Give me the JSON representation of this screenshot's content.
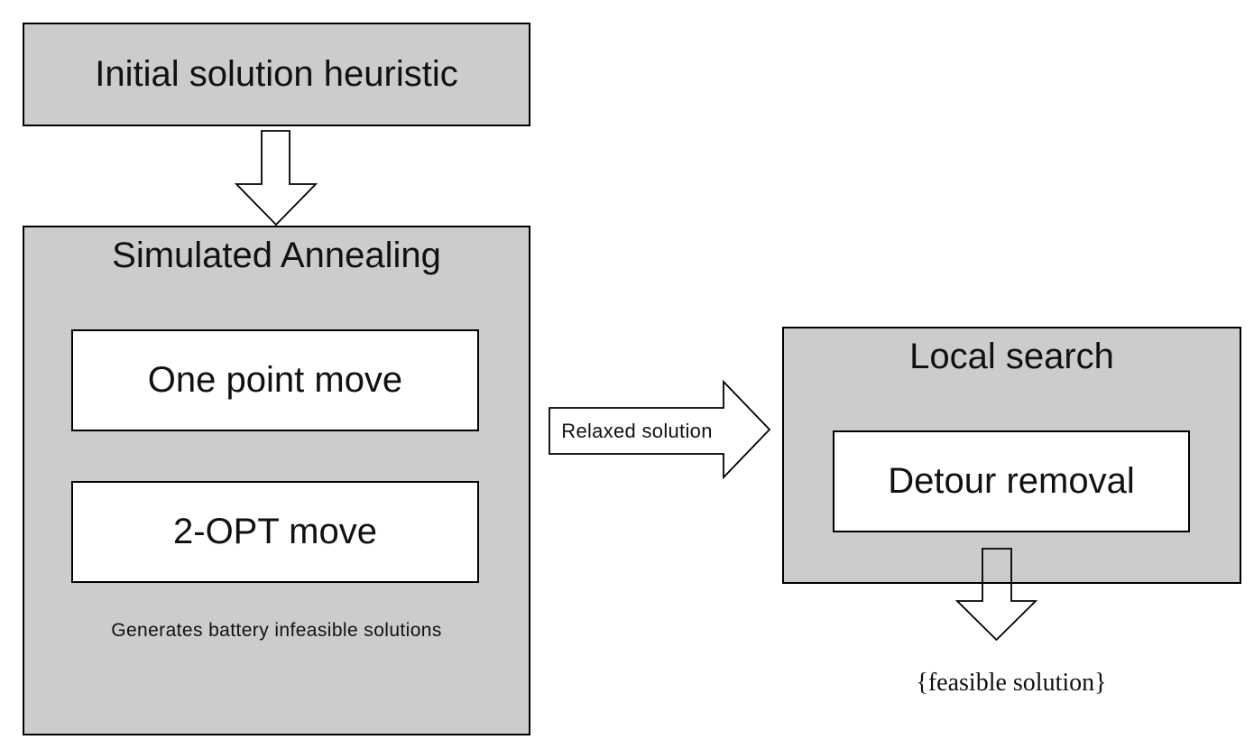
{
  "diagram": {
    "colors": {
      "background": "#ffffff",
      "node_fill": "#cccccc",
      "inner_node_fill": "#ffffff",
      "border": "#000000",
      "text": "#111111"
    },
    "nodes": {
      "initial": {
        "label": "Initial solution heuristic"
      },
      "simulated_annealing": {
        "title": "Simulated Annealing",
        "moves": [
          {
            "label": "One point move"
          },
          {
            "label": "2-OPT move"
          }
        ],
        "note": "Generates battery infeasible solutions"
      },
      "local_search": {
        "title": "Local search",
        "inner": {
          "label": "Detour removal"
        }
      },
      "output": {
        "label": "{feasible solution}"
      }
    },
    "arrows": {
      "initial_to_sa": {
        "direction": "down",
        "label": ""
      },
      "sa_to_local": {
        "direction": "right",
        "label": "Relaxed solution"
      },
      "local_to_output": {
        "direction": "down",
        "label": ""
      }
    }
  }
}
